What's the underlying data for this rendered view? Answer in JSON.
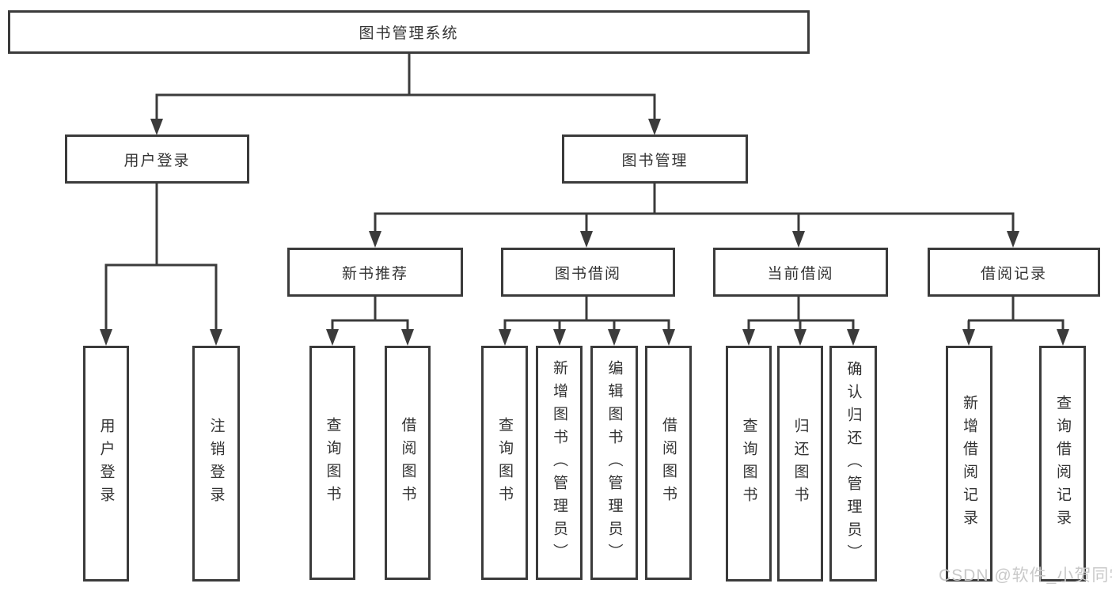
{
  "diagram_type": "hierarchy-tree",
  "tree": {
    "label": "图书管理系统",
    "children": [
      {
        "label": "用户登录",
        "children": [
          {
            "label": "用户登录"
          },
          {
            "label": "注销登录"
          }
        ]
      },
      {
        "label": "图书管理",
        "children": [
          {
            "label": "新书推荐",
            "children": [
              {
                "label": "查询图书"
              },
              {
                "label": "借阅图书"
              }
            ]
          },
          {
            "label": "图书借阅",
            "children": [
              {
                "label": "查询图书"
              },
              {
                "label": "新增图书（管理员）"
              },
              {
                "label": "编辑图书（管理员）"
              },
              {
                "label": "借阅图书"
              }
            ]
          },
          {
            "label": "当前借阅",
            "children": [
              {
                "label": "查询图书"
              },
              {
                "label": "归还图书"
              },
              {
                "label": "确认归还（管理员）"
              }
            ]
          },
          {
            "label": "借阅记录",
            "children": [
              {
                "label": "新增借阅记录"
              },
              {
                "label": "查询借阅记录"
              }
            ]
          }
        ]
      }
    ]
  },
  "watermark": {
    "text": "CSDN @软件_小贺同学"
  },
  "colors": {
    "line": "#3b3b3b",
    "text": "#333333",
    "watermark": "#c9c9c9",
    "background": "#ffffff"
  }
}
